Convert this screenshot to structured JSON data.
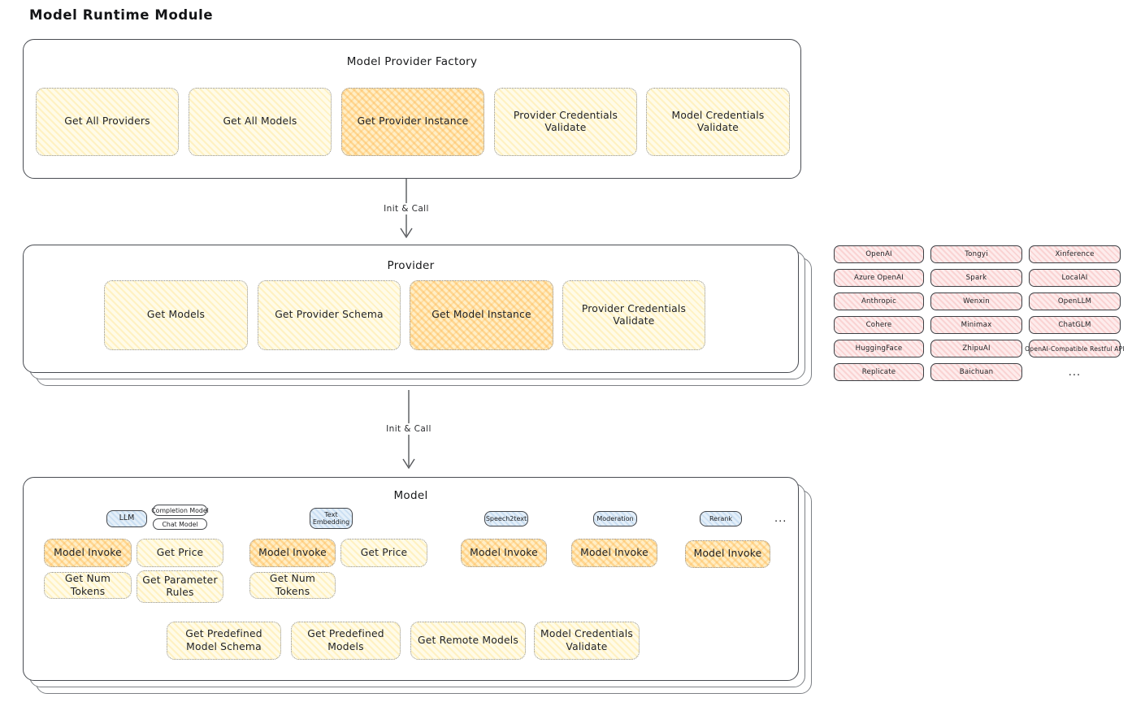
{
  "title": "Model Runtime Module",
  "connector": {
    "label": "Init & Call"
  },
  "factory": {
    "title": "Model Provider Factory",
    "items": [
      {
        "label": "Get All Providers",
        "highlight": false
      },
      {
        "label": "Get All Models",
        "highlight": false
      },
      {
        "label": "Get Provider Instance",
        "highlight": true
      },
      {
        "label": "Provider Credentials Validate",
        "highlight": false
      },
      {
        "label": "Model Credentials Validate",
        "highlight": false
      }
    ]
  },
  "provider": {
    "title": "Provider",
    "items": [
      {
        "label": "Get Models",
        "highlight": false
      },
      {
        "label": "Get Provider Schema",
        "highlight": false
      },
      {
        "label": "Get Model Instance",
        "highlight": true
      },
      {
        "label": "Provider Credentials Validate",
        "highlight": false
      }
    ]
  },
  "providers": {
    "columns": [
      {
        "items": [
          "OpenAI",
          "Azure OpenAI",
          "Anthropic",
          "Cohere",
          "HuggingFace",
          "Replicate"
        ]
      },
      {
        "items": [
          "Tongyi",
          "Spark",
          "Wenxin",
          "Minimax",
          "ZhipuAI",
          "Baichuan"
        ]
      },
      {
        "items": [
          "Xinference",
          "LocalAI",
          "OpenLLM",
          "ChatGLM",
          "OpenAI-Compatible Restful API"
        ]
      }
    ],
    "more": "..."
  },
  "model": {
    "title": "Model",
    "tabs": {
      "llm": "LLM",
      "completion": "Completion Model",
      "chat": "Chat Model",
      "text_embedding": "Text Embedding",
      "speech2text": "Speech2text",
      "moderation": "Moderation",
      "rerank": "Rerank"
    },
    "more": "...",
    "boxes": {
      "model_invoke": "Model Invoke",
      "get_price": "Get Price",
      "get_num_tokens": "Get Num Tokens",
      "get_parameter_rules": "Get Parameter Rules",
      "get_predefined_model_schema": "Get Predefined Model Schema",
      "get_predefined_models": "Get Predefined Models",
      "get_remote_models": "Get Remote Models",
      "model_credentials_validate": "Model Credentials Validate"
    }
  },
  "colors": {
    "yellow_fill": "#fffbe8",
    "orange_highlight": "#ffeec6",
    "pink_fill": "#fdecec",
    "blue_fill": "#e4eff9",
    "stroke": "#494c52"
  }
}
